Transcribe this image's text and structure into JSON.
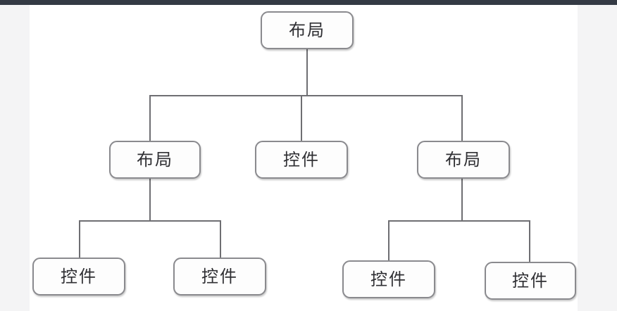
{
  "page": {
    "background_color": "#ffffff",
    "margin_color": "#f4f4f5",
    "top_bar_color": "#343a44",
    "node_fill": "#fdfdfd",
    "node_border_color": "#8a8a8e",
    "connector_color": "#6e6e72",
    "text_color": "#2f2f33"
  },
  "diagram": {
    "type": "tree",
    "title": "",
    "levels": 3,
    "nodes": {
      "root": {
        "label": "布局",
        "kind": "layout"
      },
      "level2": [
        {
          "label": "布局",
          "kind": "layout"
        },
        {
          "label": "控件",
          "kind": "widget"
        },
        {
          "label": "布局",
          "kind": "layout"
        }
      ],
      "level3_left": [
        {
          "label": "控件",
          "kind": "widget"
        },
        {
          "label": "控件",
          "kind": "widget"
        }
      ],
      "level3_right": [
        {
          "label": "控件",
          "kind": "widget"
        },
        {
          "label": "控件",
          "kind": "widget"
        }
      ]
    }
  }
}
